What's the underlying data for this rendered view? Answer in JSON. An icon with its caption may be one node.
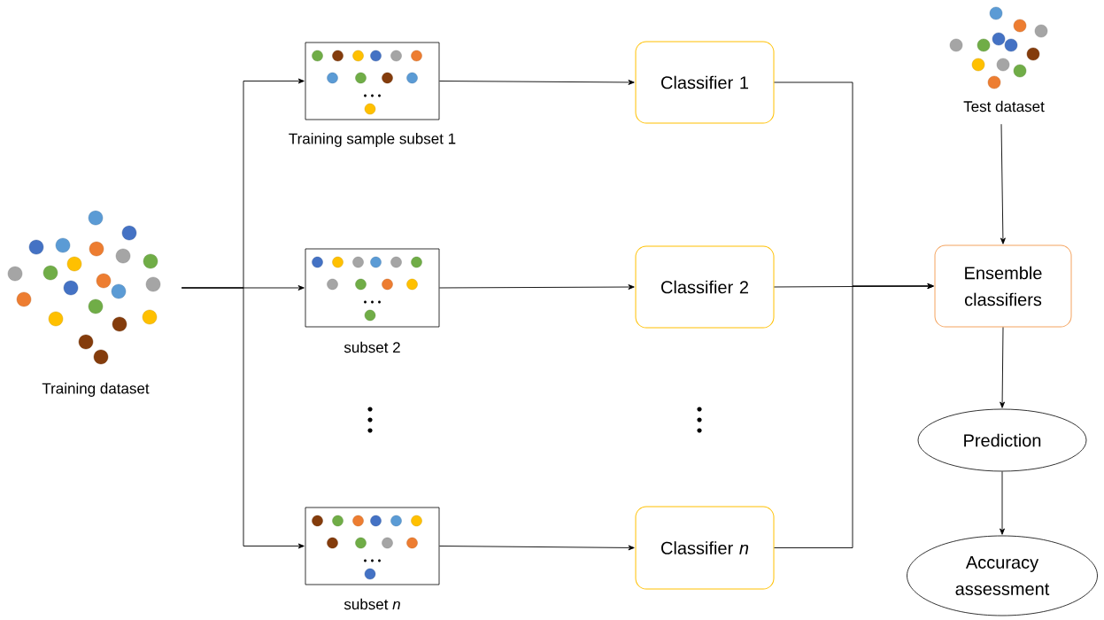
{
  "diagram": {
    "nodes": [
      {
        "text": [
          "Training dataset"
        ]
      },
      {
        "text": [
          "Training sample subset 1"
        ]
      },
      {
        "text": [
          "subset 2"
        ]
      },
      {
        "text": [
          "subset *n*"
        ]
      },
      {
        "text": [
          "Classifier 1"
        ]
      },
      {
        "text": [
          "Classifier 2"
        ]
      },
      {
        "text": [
          "Classifier *n*"
        ]
      },
      {
        "text": [
          "Test dataset"
        ]
      },
      {
        "text": [
          "Ensemble classifiers"
        ]
      },
      {
        "text": [
          "Prediction"
        ]
      },
      {
        "text": [
          "Accuracy assessment"
        ]
      }
    ],
    "edges": [
      {
        "from": 0,
        "to": 1,
        "arrow": "to"
      },
      {
        "from": 0,
        "to": 2,
        "arrow": "to"
      },
      {
        "from": 0,
        "to": 3,
        "arrow": "to"
      },
      {
        "from": 1,
        "to": 4,
        "arrow": "to"
      },
      {
        "from": 2,
        "to": 5,
        "arrow": "to"
      },
      {
        "from": 3,
        "to": 6,
        "arrow": "to"
      },
      {
        "from": 4,
        "to": 8,
        "arrow": "to"
      },
      {
        "from": 5,
        "to": 8,
        "arrow": "to"
      },
      {
        "from": 6,
        "to": 8,
        "arrow": "to"
      },
      {
        "from": 7,
        "to": 8,
        "arrow": "to"
      },
      {
        "from": 8,
        "to": 9,
        "arrow": "to"
      },
      {
        "from": 9,
        "to": 10,
        "arrow": "to"
      }
    ]
  }
}
